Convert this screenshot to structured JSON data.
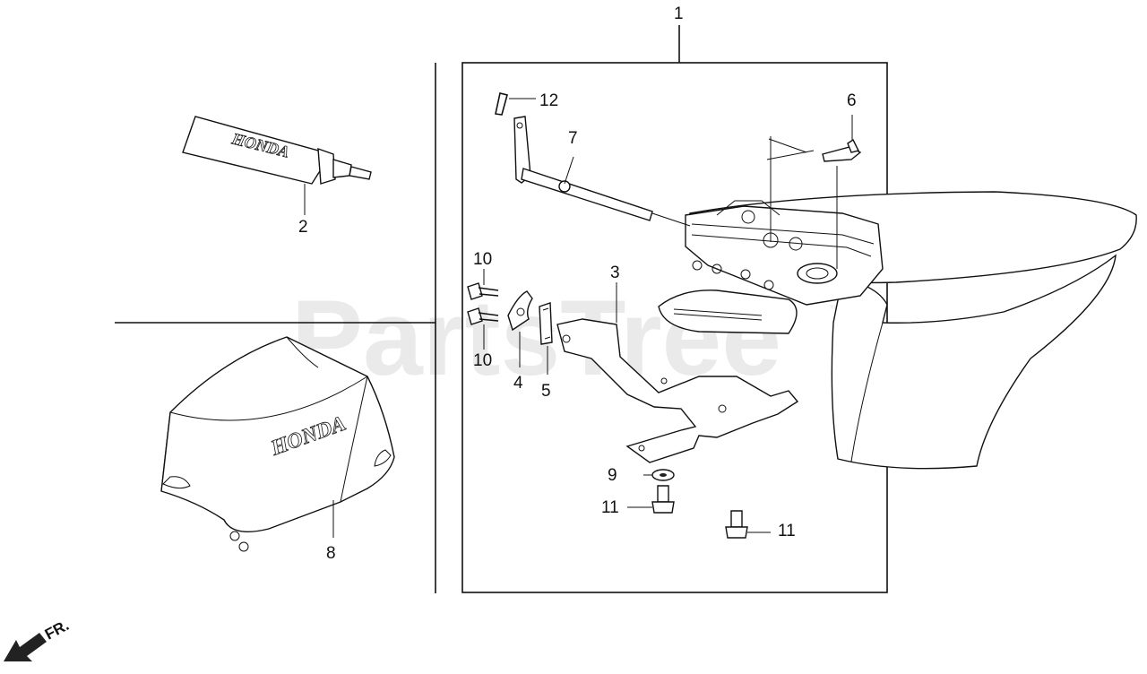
{
  "watermark": "PartsTree",
  "watermark_mark": "™",
  "front_indicator": "FR.",
  "brand_marks": {
    "tube": "HONDA",
    "cover": "HONDA"
  },
  "callouts": {
    "c1": "1",
    "c2": "2",
    "c3": "3",
    "c4": "4",
    "c5": "5",
    "c6": "6",
    "c7": "7",
    "c8": "8",
    "c9": "9",
    "c10a": "10",
    "c10b": "10",
    "c11a": "11",
    "c11b": "11",
    "c12": "12"
  }
}
